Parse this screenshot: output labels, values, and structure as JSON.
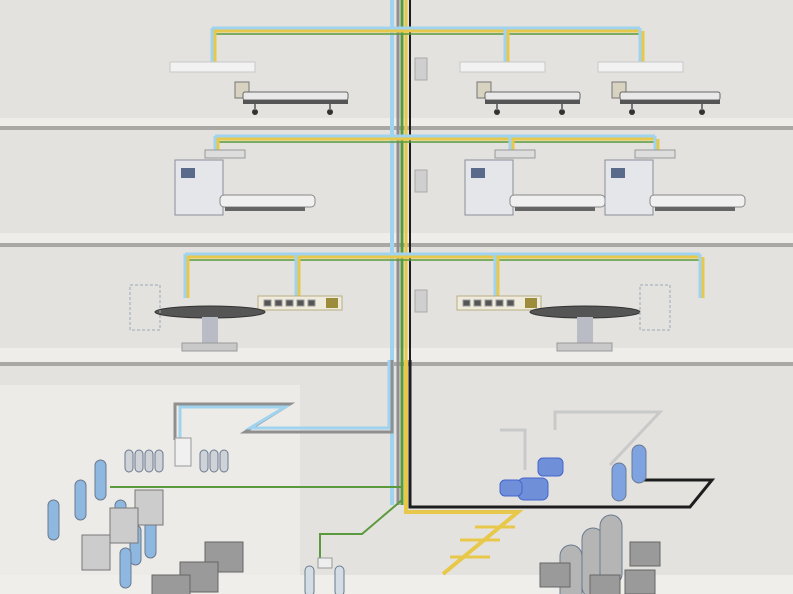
{
  "colors": {
    "background": "#e3e2de",
    "floor_top": "#eeede9",
    "floor_edge": "#a9a8a4",
    "oxygen_blue": "#9fd3ef",
    "vacuum_grey": "#8f8f8f",
    "air_green": "#5b9a3c",
    "nitrous_yellow": "#e8c84a",
    "exhaust_black": "#1d1d1d",
    "equipment_blue": "#8fb8e0",
    "equipment_grey": "#9a9a9a"
  },
  "floors": [
    "ward",
    "icu",
    "operating-room",
    "plant-room"
  ]
}
